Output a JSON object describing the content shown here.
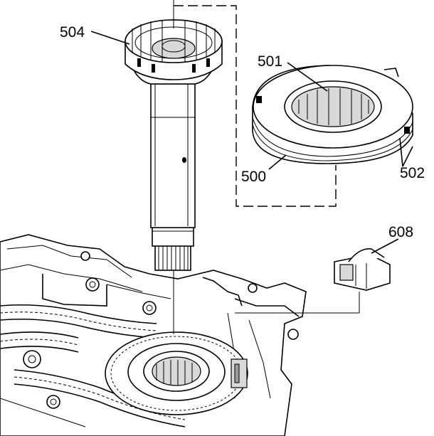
{
  "callouts": {
    "part_504": "504",
    "part_501": "501",
    "part_500": "500",
    "part_502": "502",
    "part_608": "608"
  }
}
